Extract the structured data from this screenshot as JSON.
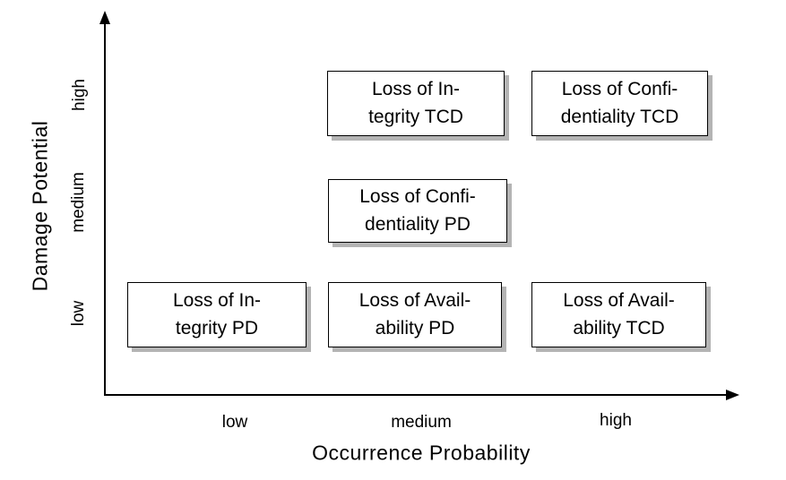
{
  "diagram": {
    "background": "#ffffff",
    "colors": {
      "axis": "#000000",
      "box_border": "#000000",
      "box_fill": "#ffffff",
      "box_shadow": "#b4b4b4",
      "text": "#000000"
    },
    "y_axis": {
      "title": "Damage Potential",
      "tick_labels": [
        "high",
        "medium",
        "low"
      ]
    },
    "x_axis": {
      "title": "Occurrence Probability",
      "tick_labels": [
        "low",
        "medium",
        "high"
      ]
    },
    "boxes": [
      {
        "lines": [
          "Loss of In-",
          "tegrity TCD"
        ]
      },
      {
        "lines": [
          "Loss of Confi-",
          "dentiality TCD"
        ]
      },
      {
        "lines": [
          "Loss of Confi-",
          "dentiality PD"
        ]
      },
      {
        "lines": [
          "Loss of In-",
          "tegrity PD"
        ]
      },
      {
        "lines": [
          "Loss of Avail-",
          "ability PD"
        ]
      },
      {
        "lines": [
          "Loss of Avail-",
          "ability TCD"
        ]
      }
    ]
  },
  "chart_data": {
    "type": "scatter",
    "title": "",
    "xlabel": "Occurrence Probability",
    "ylabel": "Damage Potential",
    "x_categories": [
      "low",
      "medium",
      "high"
    ],
    "y_categories": [
      "low",
      "medium",
      "high"
    ],
    "grid": false,
    "legend": "none",
    "points": [
      {
        "label": "Loss of Integrity TCD",
        "x": "medium",
        "y": "high"
      },
      {
        "label": "Loss of Confidentiality TCD",
        "x": "high",
        "y": "high"
      },
      {
        "label": "Loss of Confidentiality PD",
        "x": "medium",
        "y": "medium"
      },
      {
        "label": "Loss of Integrity PD",
        "x": "low",
        "y": "low"
      },
      {
        "label": "Loss of Availability PD",
        "x": "medium",
        "y": "low"
      },
      {
        "label": "Loss of Availability TCD",
        "x": "high",
        "y": "low"
      }
    ]
  }
}
